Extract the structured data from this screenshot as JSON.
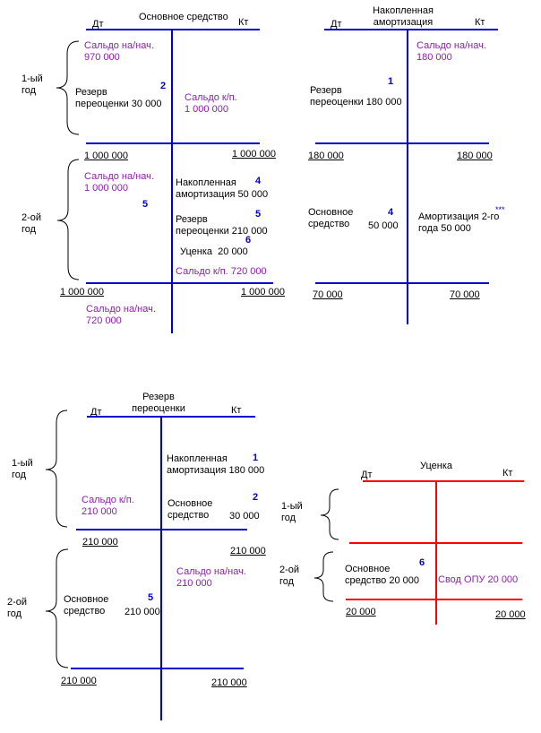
{
  "accounts": {
    "fixed_asset": {
      "title": "Основное средство",
      "debit": "Дт",
      "credit": "Кт",
      "year1": "1-ый\nгод",
      "year2": "2-ой\nгод",
      "dt_open1": "Сальдо на/нач.\n970 000",
      "dt_reval": "Резерв\nпереоценки 30 000",
      "n2": "2",
      "kt_close1": "Сальдо к/п.\n1 000 000",
      "turn_dt1": "1 000 000",
      "turn_kt1": "1 000 000",
      "dt_open2": "Сальдо на/нач.\n1 000 000",
      "n5a": "5",
      "kt_amort": "Накопленная\nамортизация 50 000",
      "n4": "4",
      "kt_reserve": "Резерв\nпереоценки 210 000",
      "n5b": "5",
      "n6": "6",
      "kt_markdown": "Уценка  20 000",
      "kt_close2": "Сальдо к/п. 720 000",
      "turn_dt2": "1 000 000",
      "turn_kt2": "1 000 000",
      "dt_open3": "Сальдо на/нач.\n720 000"
    },
    "accum_amort": {
      "title": "Накопленная\nамортизация",
      "debit": "Дт",
      "credit": "Кт",
      "kt_open1": "Сальдо на/нач.\n180 000",
      "n1": "1",
      "dt_reserve": "Резерв\nпереоценки 180 000",
      "turn_dt1": "180 000",
      "turn_kt1": "180 000",
      "dt_asset": "Основное\nсредство",
      "n4": "4",
      "dt_asset_amount": "50 000",
      "kt_amort": "Амортизация 2-го\nгода 50 000",
      "stars": "***",
      "turn_dt2": "70 000",
      "turn_kt2": "70 000"
    },
    "reval_reserve": {
      "title": "Резерв\nпереоценки",
      "debit": "Дт",
      "credit": "Кт",
      "year1": "1-ый\nгод",
      "year2": "2-ой\nгод",
      "kt_amort": "Накопленная\nамортизация 180 000",
      "n1": "1",
      "dt_close1": "Сальдо к/п.\n210 000",
      "kt_asset": "Основное\nсредство",
      "n2": "2",
      "kt_asset_amount": "30 000",
      "turn_dt1": "210 000",
      "turn_kt1": "210 000",
      "kt_open2": "Сальдо на/нач.\n210 000",
      "dt_asset": "Основное\nсредство",
      "n5": "5",
      "dt_asset_amount": "210 000",
      "turn_dt2": "210 000",
      "turn_kt2": "210 000"
    },
    "markdown": {
      "title": "Уценка",
      "debit": "Дт",
      "credit": "Кт",
      "year1": "1-ый\nгод",
      "year2": "2-ой\nгод",
      "n6": "6",
      "dt_asset": "Основное\nсредство 20 000",
      "kt_pl": "Свод ОПУ 20 000",
      "turn_dt": "20 000",
      "turn_kt": "20 000"
    }
  },
  "colors": {
    "blue": "#0000cc",
    "red": "#ff0000",
    "purple": "#8b1fa8",
    "black": "#000000"
  }
}
